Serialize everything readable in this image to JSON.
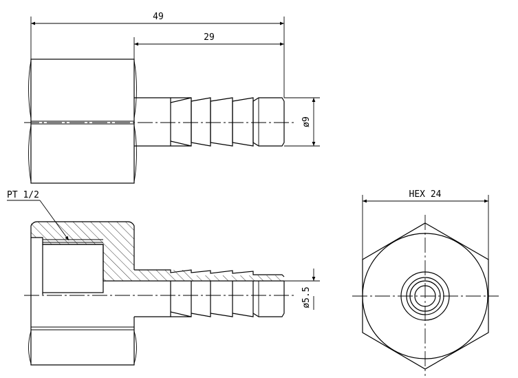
{
  "dimensions": {
    "overall_length": "49",
    "barb_length": "29",
    "barb_diameter": "ø9",
    "bore_diameter": "ø5.5",
    "hex_size": "HEX 24",
    "thread": "PT 1/2"
  },
  "colors": {
    "line": "#000000",
    "background": "#ffffff"
  }
}
